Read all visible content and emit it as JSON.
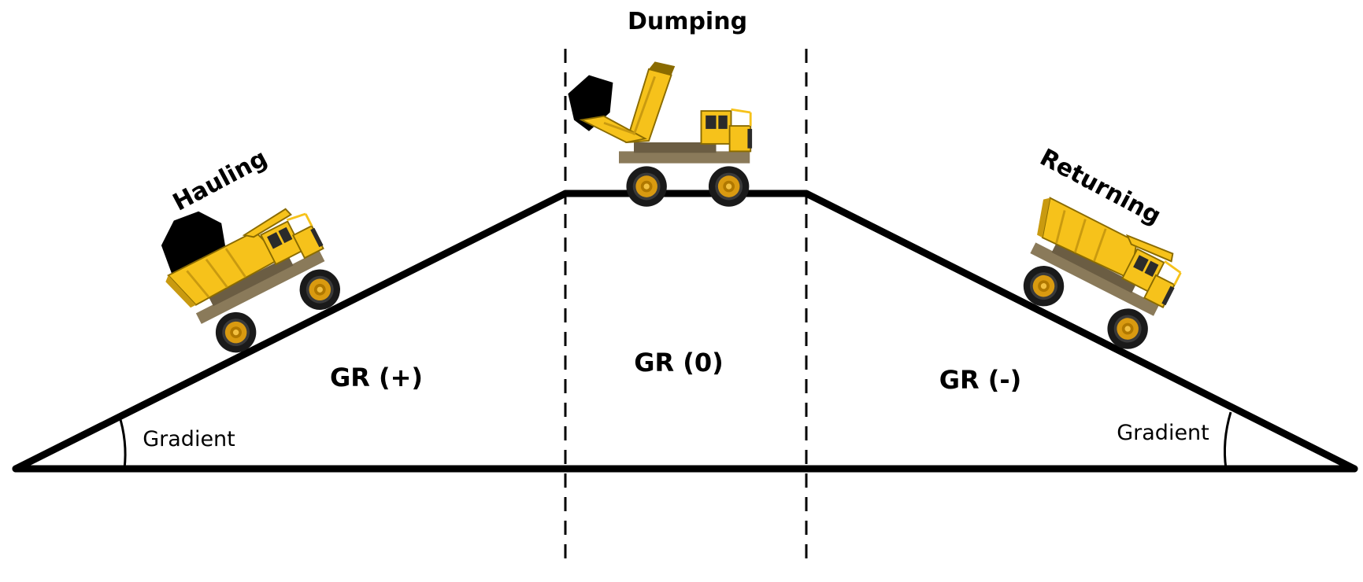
{
  "labels": {
    "dumping": "Dumping",
    "hauling": "Hauling",
    "returning": "Returning",
    "gr_plus": "GR (+)",
    "gr_zero": "GR (0)",
    "gr_minus": "GR (-)",
    "gradient_left": "Gradient",
    "gradient_right": "Gradient"
  },
  "colors": {
    "truck_body": "#f6c21b",
    "truck_shadow": "#c99a10",
    "truck_dark": "#2b2b2b",
    "chassis": "#8a7a5a",
    "tire": "#1a1a1a",
    "rim": "#d99a10",
    "load": "#000000",
    "line": "#000000"
  },
  "icons": {
    "hauling_truck": "loaded-dump-truck-icon",
    "dumping_truck": "tipping-dump-truck-icon",
    "returning_truck": "empty-dump-truck-icon",
    "ore_load": "ore-load-icon"
  }
}
